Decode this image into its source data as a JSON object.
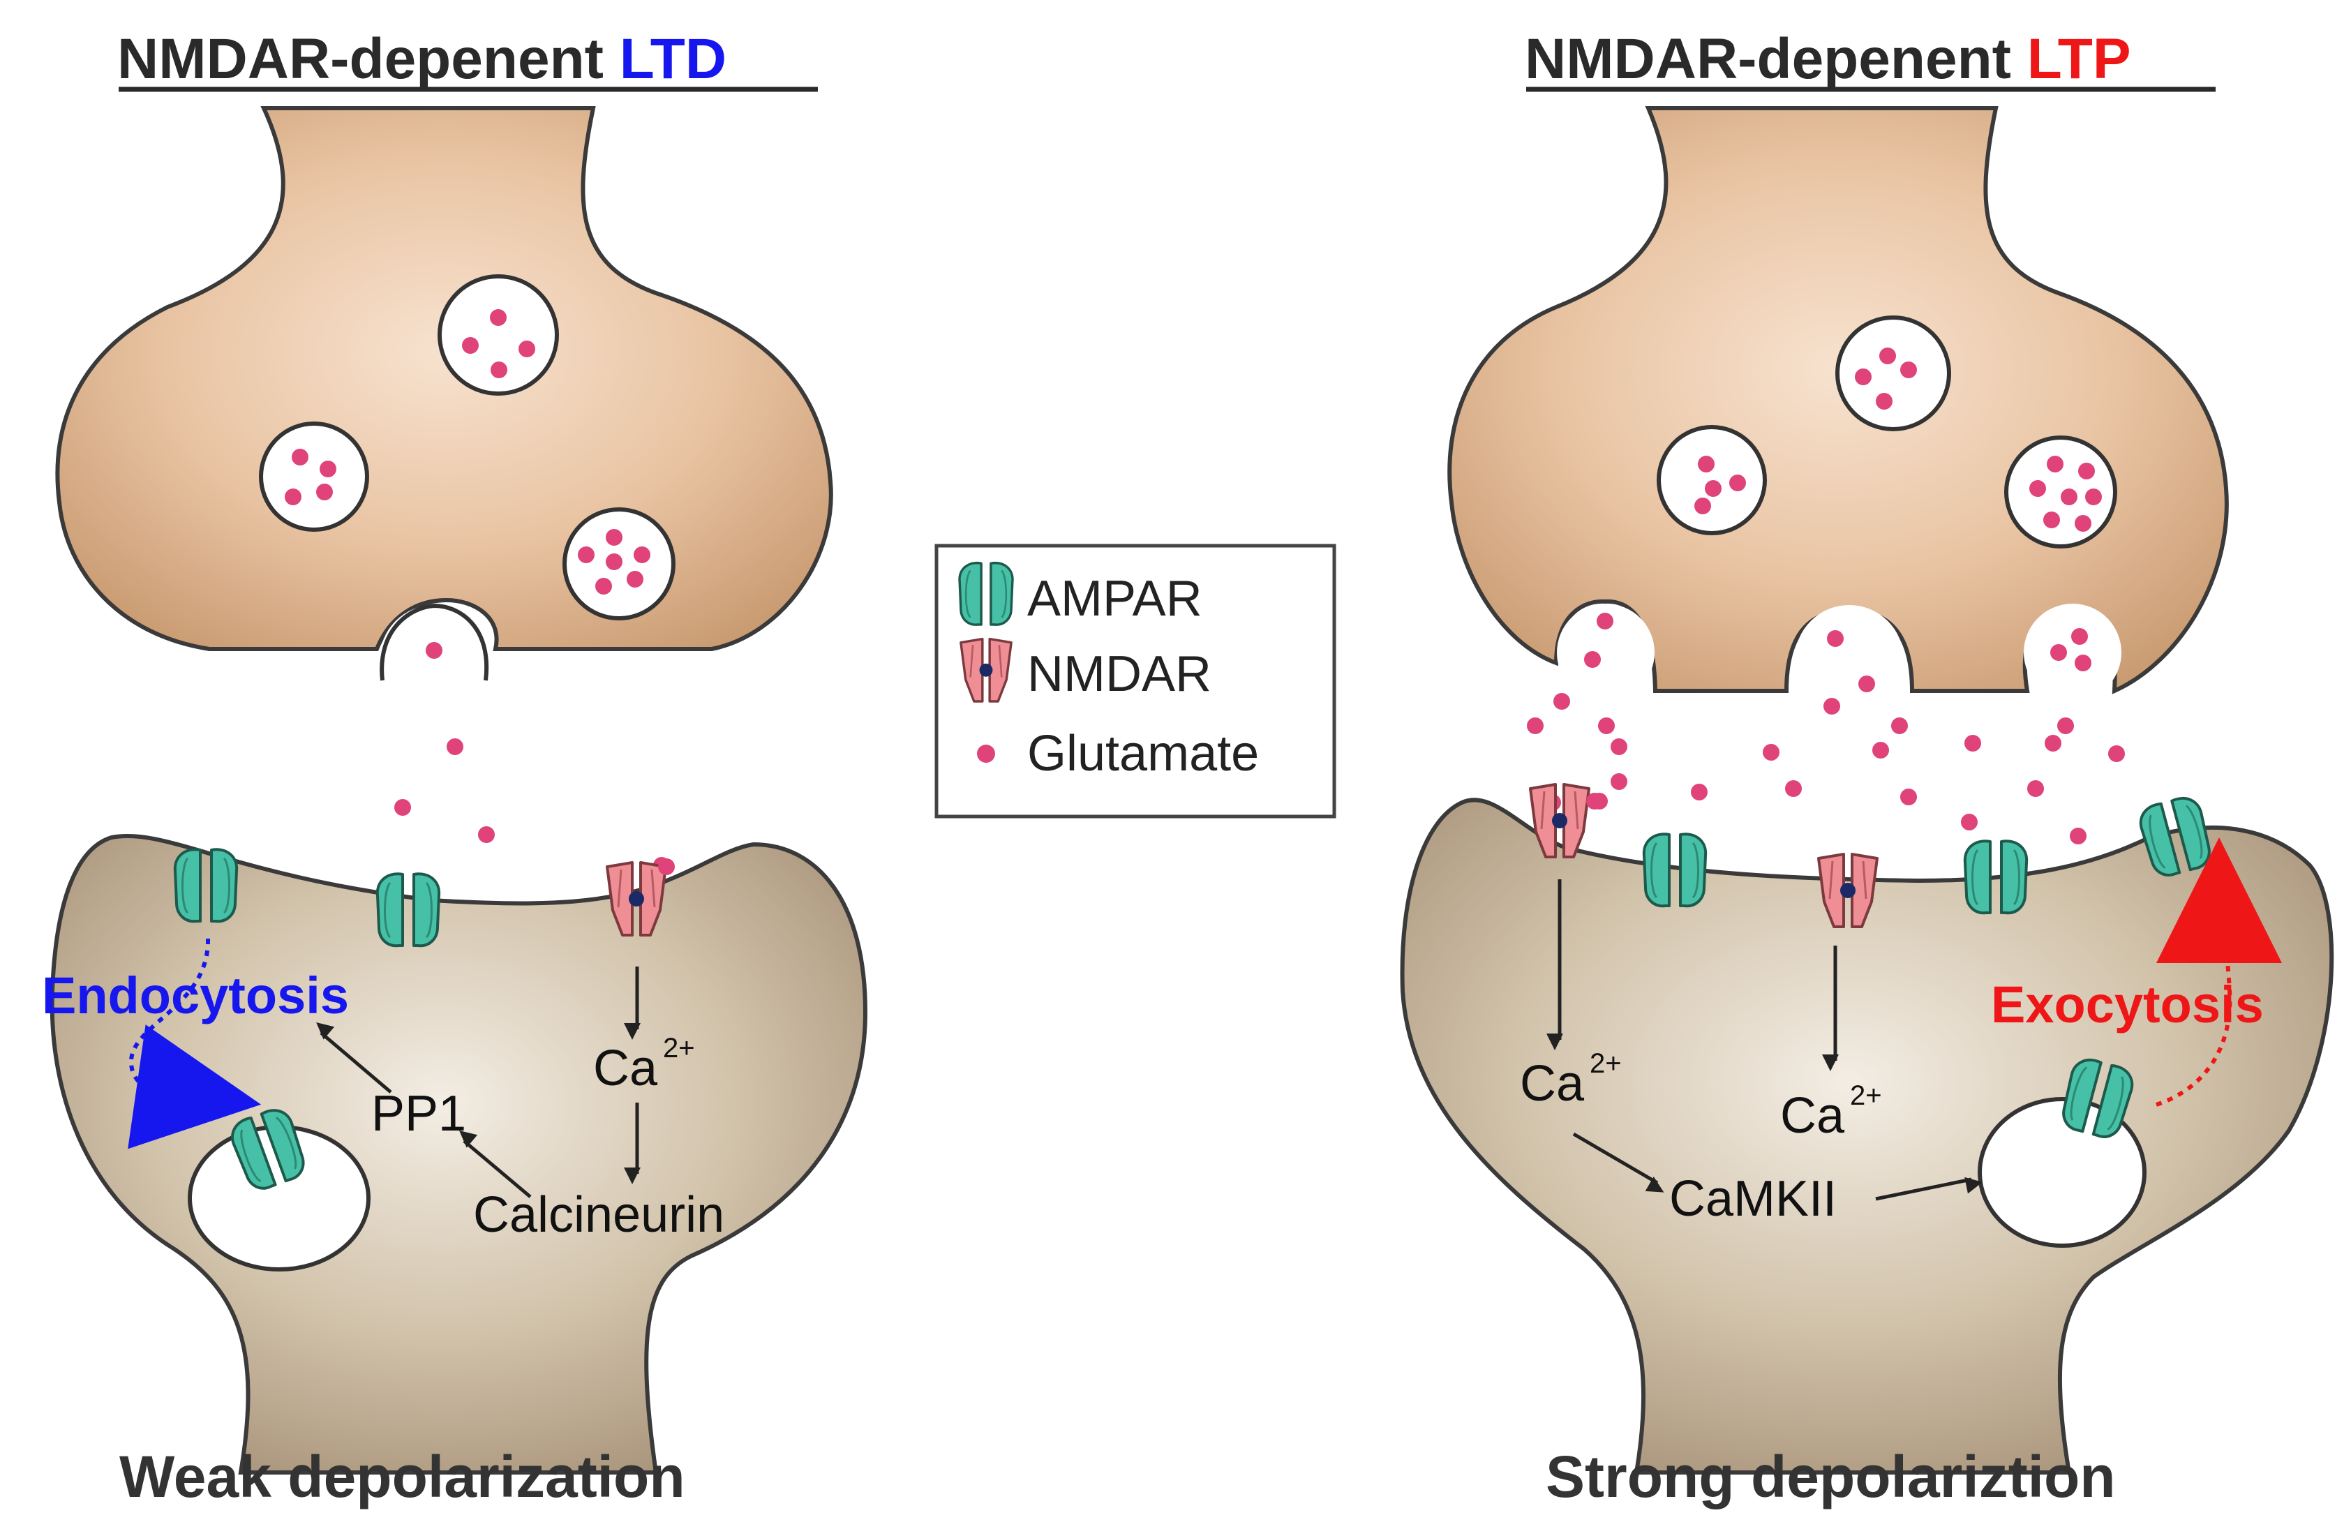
{
  "colors": {
    "presynaptic": "#e3b794",
    "postsynaptic": "#bfae93",
    "ampar": "#46c0a6",
    "nmdar": "#ef8e95",
    "glutamate": "#e0427a",
    "ltd_accent": "#1616ee",
    "ltp_accent": "#ee1616",
    "arrow": "#222222"
  },
  "ltd": {
    "title_prefix": "NMDAR-depenent ",
    "title_accent": "LTD",
    "caption": "Weak depolarization",
    "endocytosis": "Endocytosis",
    "pp1": "PP1",
    "ca": "Ca",
    "ca_sup": "2+",
    "calcineurin": "Calcineurin"
  },
  "ltp": {
    "title_prefix": "NMDAR-depenent ",
    "title_accent": "LTP",
    "caption": "Strong depolariztion",
    "exocytosis": "Exocytosis",
    "ca": "Ca",
    "ca_sup": "2+",
    "camkii": "CaMKII"
  },
  "legend": {
    "ampar": "AMPAR",
    "nmdar": "NMDAR",
    "glutamate": "Glutamate"
  }
}
